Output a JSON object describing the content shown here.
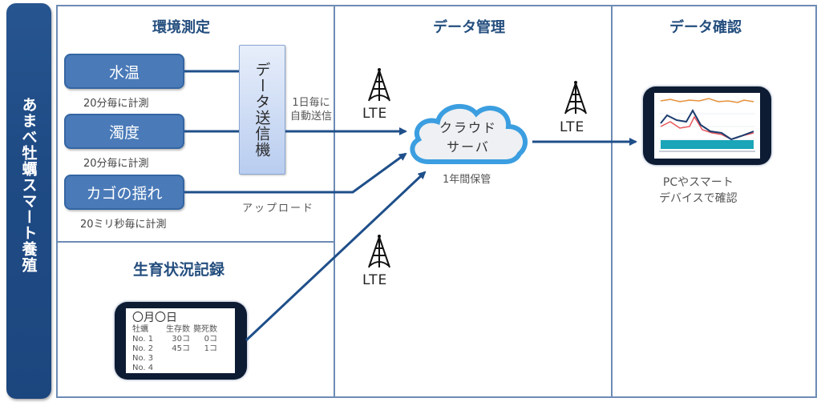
{
  "sidebar": {
    "title": "あまべ牡蠣スマート養殖"
  },
  "sections": {
    "environment": {
      "title": "環境測定",
      "sensors": [
        {
          "label": "水温",
          "note": "20分毎に計測"
        },
        {
          "label": "濁度",
          "note": "20分毎に計測"
        },
        {
          "label": "カゴの揺れ",
          "note": "20ミリ秒毎に計測"
        }
      ],
      "transmitter": "データ送信機",
      "auto_send_line1": "1日毎に",
      "auto_send_line2": "自動送信",
      "upload": "アップロード"
    },
    "growth": {
      "title": "生育状況記録",
      "tablet": {
        "date": "〇月〇日",
        "headers": [
          "牡蠣",
          "生存数",
          "斃死数"
        ],
        "rows": [
          [
            "No. 1",
            "30コ",
            "0コ"
          ],
          [
            "No. 2",
            "45コ",
            "1コ"
          ],
          [
            "No. 3",
            "",
            ""
          ],
          [
            "No. 4",
            "",
            ""
          ]
        ]
      }
    },
    "management": {
      "title": "データ管理",
      "cloud_line1": "クラウド",
      "cloud_line2": "サーバ",
      "retention": "1年間保管",
      "lte": "LTE"
    },
    "viewing": {
      "title": "データ確認",
      "caption_line1": "PCやスマート",
      "caption_line2": "デバイスで確認"
    }
  },
  "colors": {
    "sidebar": "#1f4b85",
    "frame": "#6d8bb5",
    "sensor": "#4a7ab8",
    "arrow": "#1f4f8a",
    "cloud_stroke": "#3b9ee0",
    "cloud_fill": "#eef0f3"
  }
}
